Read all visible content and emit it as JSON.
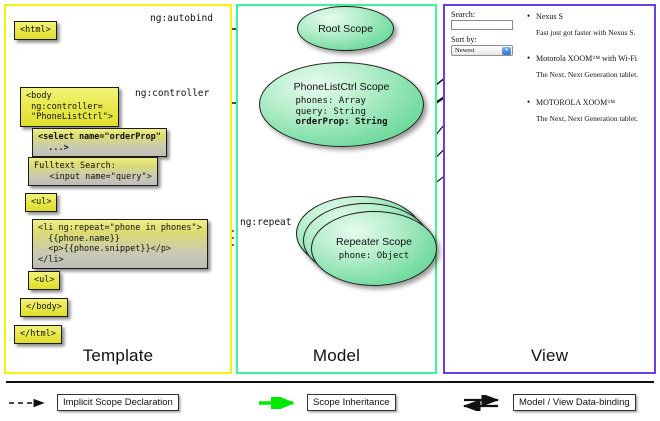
{
  "panels": {
    "template": {
      "title": "Template",
      "border_color": "#f2f20d"
    },
    "model": {
      "title": "Model",
      "border_color": "#3ff39a"
    },
    "view": {
      "title": "View",
      "border_color": "#6a3fe0"
    }
  },
  "template_code": [
    {
      "id": "html-open",
      "text": "<html>",
      "style": "plain"
    },
    {
      "id": "body-open",
      "text": "<body\n ng:controller=\n \"PhoneListCtrl\">",
      "style": "plain"
    },
    {
      "id": "select",
      "text": "<select name=\"orderProp\"\n  ...>",
      "style": "grey-bold"
    },
    {
      "id": "search",
      "text": "Fulltext Search:\n   <input name=\"query\">",
      "style": "grey"
    },
    {
      "id": "ul-open",
      "text": "<ul>",
      "style": "plain"
    },
    {
      "id": "li-repeat",
      "text": "<li ng:repeat=\"phone in phones\">\n  {{phone.name}}\n  <p>{{phone.snippet}}</p>\n</li>",
      "style": "grey"
    },
    {
      "id": "ul-close",
      "text": "<ul>",
      "style": "plain"
    },
    {
      "id": "body-close",
      "text": "</body>",
      "style": "plain"
    },
    {
      "id": "html-close",
      "text": "</html>",
      "style": "plain"
    }
  ],
  "model_scopes": {
    "root": {
      "title": "Root\nScope"
    },
    "ctrl": {
      "title": "PhoneListCtrl\nScope",
      "attrs": [
        {
          "text": "phones: Array",
          "bold": false
        },
        {
          "text": "query: String",
          "bold": false
        },
        {
          "text": "orderProp: String",
          "bold": true
        }
      ]
    },
    "repeater": {
      "title": "Repeater\nScope",
      "attrs": [
        {
          "text": "phone: Object",
          "bold": false
        }
      ],
      "stack_count": 3
    }
  },
  "edge_labels": {
    "autobind": "ng:autobind",
    "controller": "ng:controller",
    "repeat": "ng:repeat"
  },
  "view": {
    "search_label": "Search:",
    "search_value": "",
    "search_placeholder": "",
    "sort_label": "Sort by:",
    "sort_selected": "Newest",
    "sort_options": [
      "Newest"
    ],
    "phones": [
      {
        "name": "Nexus S",
        "snippet": "Fast just got faster with Nexus S."
      },
      {
        "name": "Motorola XOOM™  with Wi-Fi",
        "snippet": "The Next, Next Generation tablet."
      },
      {
        "name": "MOTOROLA XOOM™",
        "snippet": "The Next, Next Generation tablet."
      }
    ]
  },
  "legend": [
    {
      "id": "implicit-scope",
      "label": "Implicit Scope Declaration",
      "marker": "dashed-arrow",
      "color": "#111111"
    },
    {
      "id": "scope-inheritance",
      "label": "Scope Inheritance",
      "marker": "solid-arrow",
      "color": "#00e800"
    },
    {
      "id": "data-binding",
      "label": "Model / View Data-binding",
      "marker": "double-arrow",
      "color": "#111111"
    }
  ],
  "colors": {
    "template_border": "#f2f20d",
    "model_border": "#3ff39a",
    "view_border": "#6a3fe0",
    "code_fill": "#e9e94f",
    "scope_fill": "#79dda4",
    "inheritance_arrow": "#00e800"
  }
}
